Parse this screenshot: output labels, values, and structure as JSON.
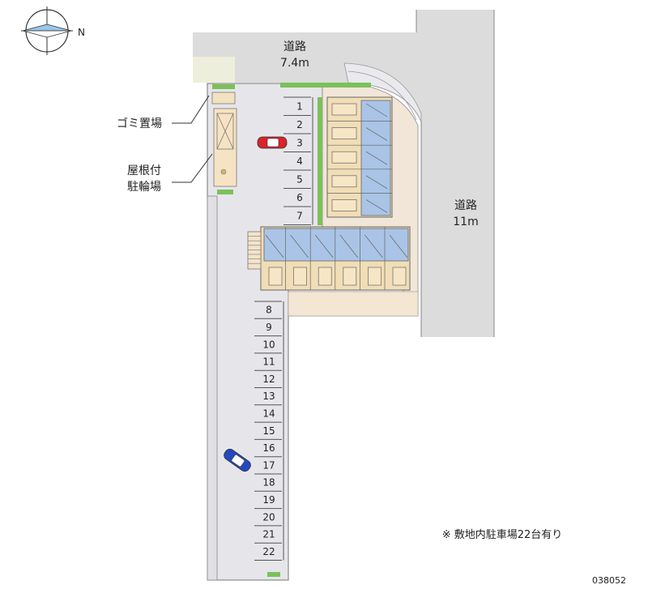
{
  "compass": {
    "north_label": "N",
    "icon": "compass-rose-icon"
  },
  "roads": {
    "top": {
      "name": "道路",
      "width": "7.4m"
    },
    "right": {
      "name": "道路",
      "width": "11m"
    }
  },
  "labels": {
    "garbage": "ゴミ置場",
    "bike_line1": "屋根付",
    "bike_line2": "駐輪場"
  },
  "parking_spots": [
    "1",
    "2",
    "3",
    "4",
    "5",
    "6",
    "7",
    "8",
    "9",
    "10",
    "11",
    "12",
    "13",
    "14",
    "15",
    "16",
    "17",
    "18",
    "19",
    "20",
    "21",
    "22"
  ],
  "note": "※ 敷地内駐車場22台有り",
  "property_code": "038052",
  "colors": {
    "road": "#dcdcdc",
    "lot": "#e6e6ea",
    "building": "#f1ddb6",
    "building_blue": "#a9c4e6",
    "green": "#7cc05a",
    "red_car": "#d8232a",
    "blue_car": "#2448c0"
  }
}
